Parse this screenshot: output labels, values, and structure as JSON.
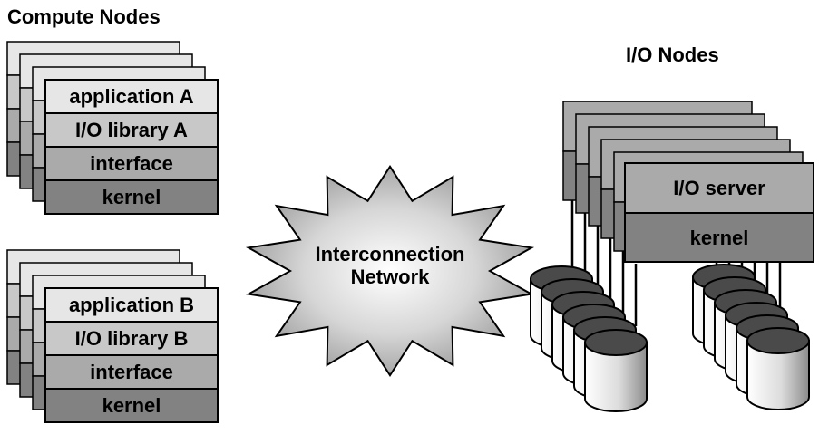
{
  "titles": {
    "compute": "Compute Nodes",
    "io": "I/O Nodes"
  },
  "compute_groups": [
    {
      "layers": [
        {
          "label": "application A",
          "fill": "#e6e6e6"
        },
        {
          "label": "I/O library A",
          "fill": "#c8c8c8"
        },
        {
          "label": "interface",
          "fill": "#aaaaaa"
        },
        {
          "label": "kernel",
          "fill": "#828282"
        }
      ]
    },
    {
      "layers": [
        {
          "label": "application B",
          "fill": "#e6e6e6"
        },
        {
          "label": "I/O library B",
          "fill": "#c8c8c8"
        },
        {
          "label": "interface",
          "fill": "#aaaaaa"
        },
        {
          "label": "kernel",
          "fill": "#828282"
        }
      ]
    }
  ],
  "network": {
    "line1": "Interconnection",
    "line2": "Network"
  },
  "io_server": {
    "layers": [
      {
        "label": "I/O server",
        "fill": "#aaaaaa"
      },
      {
        "label": "kernel",
        "fill": "#828282"
      }
    ]
  }
}
